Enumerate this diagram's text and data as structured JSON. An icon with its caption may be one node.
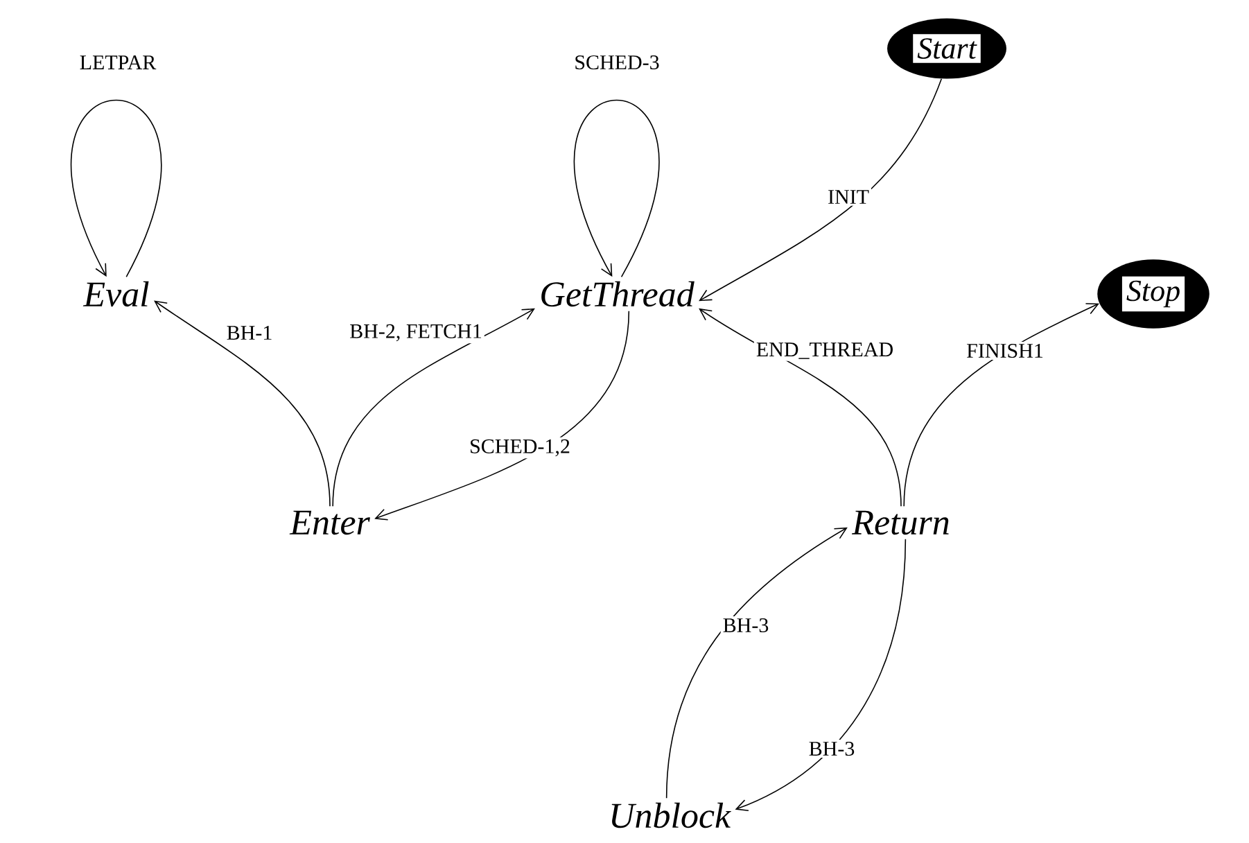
{
  "diagram": {
    "nodes": [
      {
        "text": [
          "Eval"
        ]
      },
      {
        "text": [
          "GetThread"
        ]
      },
      {
        "text": [
          "Start"
        ]
      },
      {
        "text": [
          "Stop"
        ]
      },
      {
        "text": [
          "Enter"
        ]
      },
      {
        "text": [
          "Return"
        ]
      },
      {
        "text": [
          "Unblock"
        ]
      }
    ],
    "edges": [
      {
        "from": 0,
        "to": 0,
        "arrow": "to",
        "label": "LETPAR"
      },
      {
        "from": 1,
        "to": 1,
        "arrow": "to",
        "label": "SCHED-3"
      },
      {
        "from": 2,
        "to": 1,
        "arrow": "to",
        "label": "INIT"
      },
      {
        "from": 4,
        "to": 0,
        "arrow": "to",
        "label": "BH-1"
      },
      {
        "from": 4,
        "to": 1,
        "arrow": "to",
        "label": "BH-2, FETCH1"
      },
      {
        "from": 1,
        "to": 4,
        "arrow": "to",
        "label": "SCHED-1,2"
      },
      {
        "from": 5,
        "to": 1,
        "arrow": "to",
        "label": "END_THREAD"
      },
      {
        "from": 5,
        "to": 3,
        "arrow": "to",
        "label": "FINISH1"
      },
      {
        "from": 6,
        "to": 5,
        "arrow": "to",
        "label": "BH-3"
      },
      {
        "from": 5,
        "to": 6,
        "arrow": "to",
        "label": "BH-3"
      }
    ]
  }
}
